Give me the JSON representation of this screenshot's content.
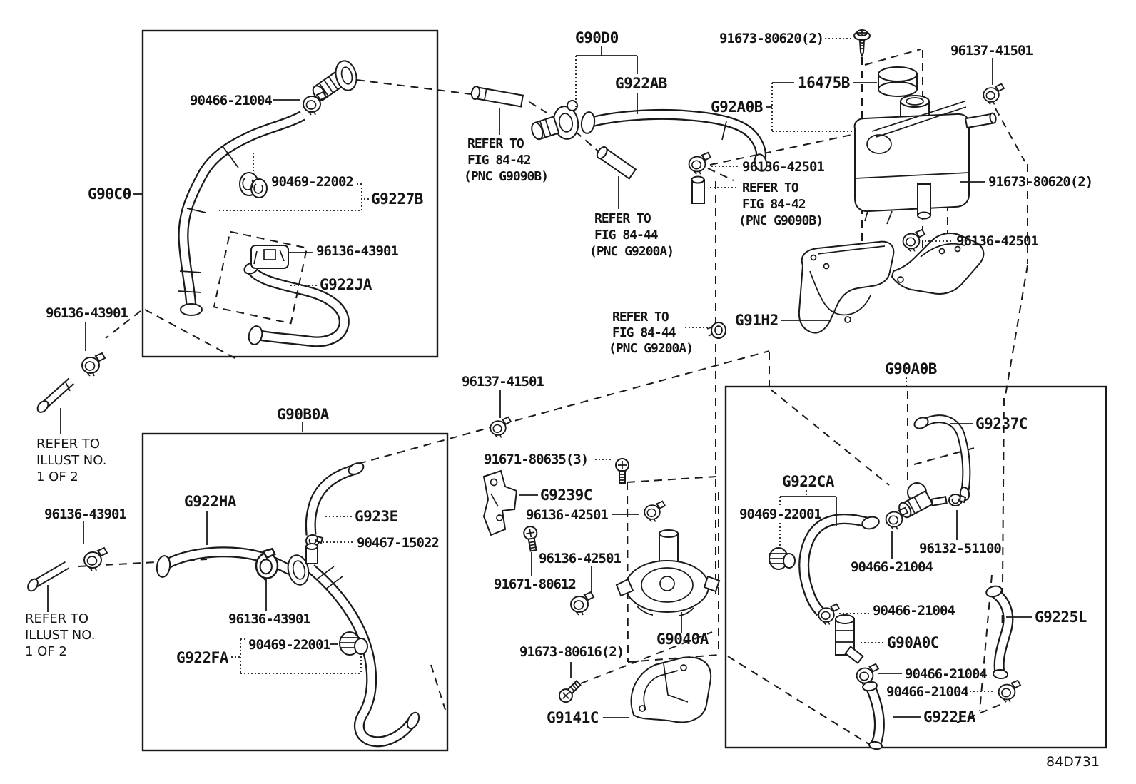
{
  "diagram": {
    "figure_code": "84D731",
    "labels": {
      "g90c0": "G90C0",
      "c90466a": "90466-21004",
      "c90469_22002": "90469-22002",
      "g9227b": "G9227B",
      "c96136_43901a": "96136-43901",
      "g922ja": "G922JA",
      "g90d0": "G90D0",
      "g922ab": "G922AB",
      "c91673_80620a": "91673-80620(2)",
      "c96137_41501a": "96137-41501",
      "c16475b": "16475B",
      "g92a0b": "G92A0B",
      "c96136_42501a": "96136-42501",
      "c91673_80620b": "91673-80620(2)",
      "c96136_42501b": "96136-42501",
      "g91h2": "G91H2",
      "g90a0b": "G90A0B",
      "c96137_41501b": "96137-41501",
      "g90b0a": "G90B0A",
      "c91671_80635": "91671-80635(3)",
      "g9239c": "G9239C",
      "c96136_42501c": "96136-42501",
      "c96136_42501d": "96136-42501",
      "c91671_80612": "91671-80612",
      "g922ha": "G922HA",
      "g923e": "G923E",
      "c90467_15022": "90467-15022",
      "c96136_43901b": "96136-43901",
      "c90469_22001a": "90469-22001",
      "g922fa": "G922FA",
      "c96136_43901_left1": "96136-43901",
      "c96136_43901_left2": "96136-43901",
      "g9040a": "G9040A",
      "c91673_80616": "91673-80616(2)",
      "g9141c": "G9141C",
      "g9237c": "G9237C",
      "g922ca": "G922CA",
      "c90469_22001b": "90469-22001",
      "c96132_51100": "96132-51100",
      "c90466b": "90466-21004",
      "c90466c": "90466-21004",
      "g90a0c": "G90A0C",
      "c90466d": "90466-21004",
      "c90466e": "90466-21004",
      "g9225l": "G9225L",
      "g922ea": "G922EA"
    },
    "notes": {
      "fig8442a": [
        "REFER TO",
        "FIG 84-42",
        "(PNC G9090B)"
      ],
      "fig8444a": [
        "REFER TO",
        "FIG 84-44",
        "(PNC G9200A)"
      ],
      "fig8442b": [
        "REFER TO",
        "FIG 84-42",
        "(PNC G9090B)"
      ],
      "fig8444b": [
        "REFER TO",
        "FIG 84-44",
        "(PNC G9200A)"
      ],
      "illust1": [
        "REFER TO",
        "ILLUST NO.",
        "1 OF 2"
      ],
      "illust2": [
        "REFER TO",
        "ILLUST NO.",
        "1 OF 2"
      ]
    },
    "colors": {
      "ink": "#1a1a1a",
      "background": "#ffffff"
    }
  }
}
